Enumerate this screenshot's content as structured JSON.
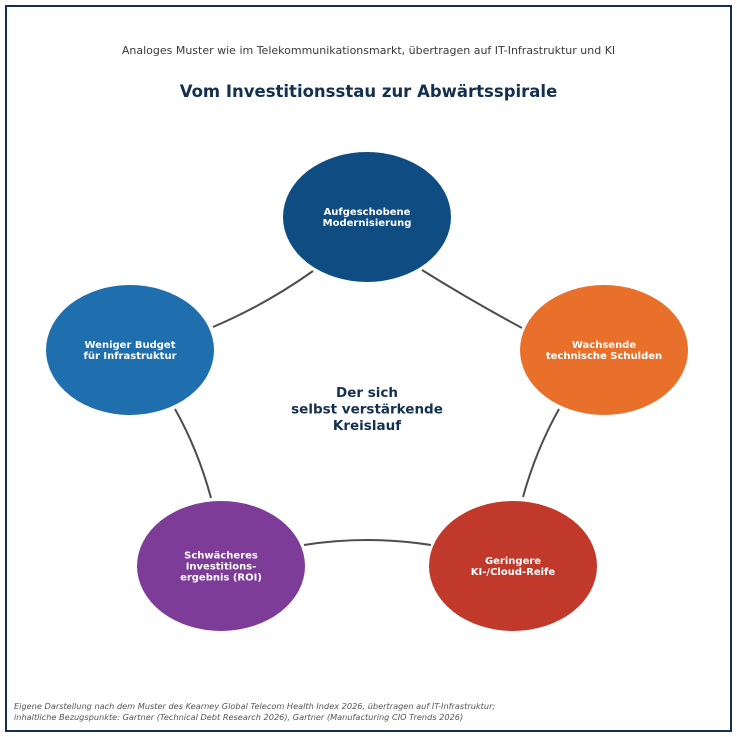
{
  "header": {
    "subtitle": "Analoges Muster wie im Telekommunikationsmarkt, übertragen auf IT-Infrastruktur und KI",
    "title": "Vom Investitionsstau zur Abwärtsspirale"
  },
  "cycle": {
    "center_lines": [
      "Der sich",
      "selbst verstärkende",
      "Kreislauf"
    ],
    "nodes": [
      {
        "lines": [
          "Aufgeschobene",
          "Modernisierung"
        ],
        "color": "#0f4c81"
      },
      {
        "lines": [
          "Wachsende",
          "technische Schulden"
        ],
        "color": "#e8702a"
      },
      {
        "lines": [
          "Geringere",
          "KI-/Cloud-Reife"
        ],
        "color": "#c0392b"
      },
      {
        "lines": [
          "Schwächeres",
          "Investitions-",
          "ergebnis (ROI)"
        ],
        "color": "#7d3c98"
      },
      {
        "lines": [
          "Weniger Budget",
          "für Infrastruktur"
        ],
        "color": "#1f6ead"
      }
    ],
    "connector_color": "#4d4d4d"
  },
  "footer": {
    "line1": "Eigene Darstellung nach dem Muster des Kearney Global Telecom Health Index 2026, übertragen auf IT-Infrastruktur;",
    "line2": "inhaltliche Bezugspunkte: Gartner (Technical Debt Research 2026), Gartner (Manufacturing CIO Trends 2026)"
  }
}
